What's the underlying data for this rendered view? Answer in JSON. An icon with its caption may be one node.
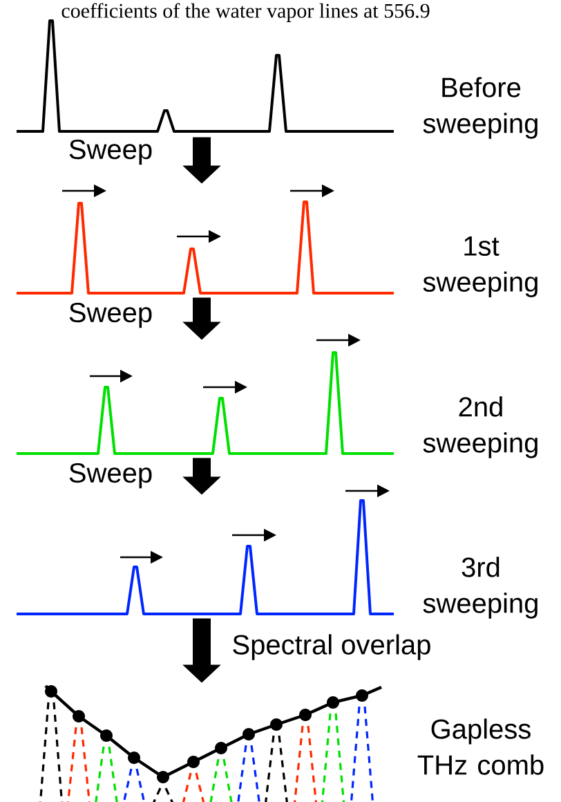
{
  "diagram": {
    "nodes": [
      {
        "text": [
          "Before sweeping"
        ]
      },
      {
        "text": [
          "1st sweeping"
        ]
      },
      {
        "text": [
          "2nd sweeping"
        ]
      },
      {
        "text": [
          "3rd sweeping"
        ]
      },
      {
        "text": [
          "Gapless THz comb"
        ]
      }
    ],
    "edges": [
      {
        "from": 0,
        "to": 1,
        "arrow": "to",
        "label": "Sweep"
      },
      {
        "from": 1,
        "to": 2,
        "arrow": "to",
        "label": "Sweep"
      },
      {
        "from": 2,
        "to": 3,
        "arrow": "to",
        "label": "Sweep"
      },
      {
        "from": 3,
        "to": 4,
        "arrow": "to",
        "label": "Spectral overlap"
      }
    ],
    "labels": [
      "coefficients of the water vapor lines at 556.9"
    ]
  }
}
